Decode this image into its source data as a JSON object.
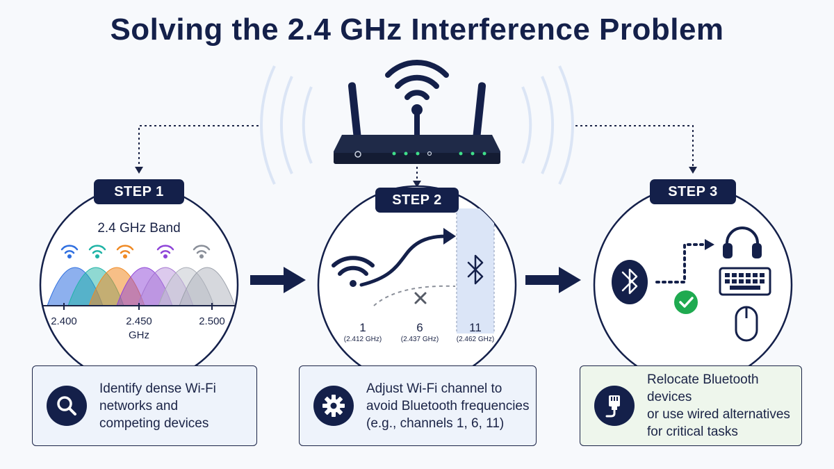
{
  "title": "Solving the 2.4 GHz Interference Problem",
  "steps": [
    {
      "badge": "STEP 1",
      "band_label": "2.4 GHz Band",
      "axis_ticks": [
        "2.400",
        "2.450",
        "2.500"
      ],
      "axis_unit": "GHz",
      "card_lines": [
        "Identify dense Wi-Fi",
        "networks and",
        "competing devices"
      ]
    },
    {
      "badge": "STEP 2",
      "channels": [
        {
          "number": "1",
          "freq": "(2.412 GHz)"
        },
        {
          "number": "6",
          "freq": "(2.437 GHz)"
        },
        {
          "number": "11",
          "freq": "(2.462 GHz)"
        }
      ],
      "card_lines": [
        "Adjust Wi-Fi channel to",
        "avoid Bluetooth frequencies",
        "(e.g., channels 1, 6, 11)"
      ]
    },
    {
      "badge": "STEP 3",
      "card_lines": [
        "Relocate Bluetooth devices",
        "or use wired alternatives",
        "for critical tasks"
      ]
    }
  ],
  "colors": {
    "navy": "#14204a",
    "card1_bg": "#eef3fb",
    "card2_bg": "#eef3fb",
    "card3_bg": "#eef6ec",
    "check_green": "#1faa50",
    "bluetooth_band": "#dbe5f7"
  },
  "icons": [
    "router-icon",
    "wifi-icon",
    "bluetooth-icon",
    "headphones-icon",
    "keyboard-icon",
    "mouse-icon",
    "magnifier-icon",
    "gear-icon",
    "ethernet-plug-icon",
    "checkmark-icon"
  ]
}
